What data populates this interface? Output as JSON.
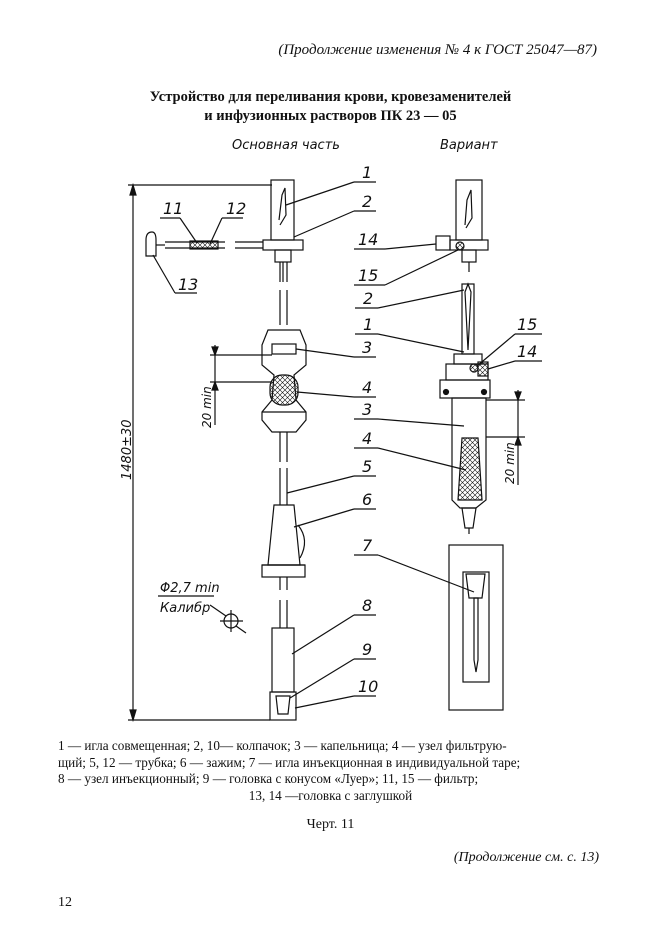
{
  "header": {
    "continuation_top": "(Продолжение изменения № 4 к ГОСТ 25047—87)"
  },
  "title": {
    "line1": "Устройство для переливания крови, кровезаменителей",
    "line2": "и инфузионных растворов ПК 23 — 05"
  },
  "drawing": {
    "main_caption": "Основная часть",
    "variant_caption": "Вариант",
    "length_dim": "1480±30",
    "min_dim_main": "20 min",
    "min_dim_variant": "20 min",
    "gauge_dim": "Φ2,7 min",
    "gauge_label": "Калибр",
    "callouts_main": [
      "1",
      "2",
      "11",
      "12",
      "13",
      "3",
      "4",
      "5",
      "6",
      "8",
      "9",
      "10"
    ],
    "callouts_variant": [
      "14",
      "15",
      "2",
      "1",
      "15",
      "14",
      "3",
      "4",
      "7"
    ]
  },
  "legend": {
    "line1": "1 — игла совмещенная; 2, 10— колпачок; 3 — капельница; 4 — узел фильтрую-",
    "line2": "щий; 5, 12 — трубка; 6 — зажим; 7 — игла инъекционная в индивидуальной таре;",
    "line3": "8 — узел инъекционный; 9 — головка с конусом «Луер»; 11, 15 — фильтр;",
    "line4": "13, 14 —головка с заглушкой"
  },
  "figure_label": "Черт. 11",
  "continuation_bottom": "(Продолжение см. с. 13)",
  "page_number": "12"
}
